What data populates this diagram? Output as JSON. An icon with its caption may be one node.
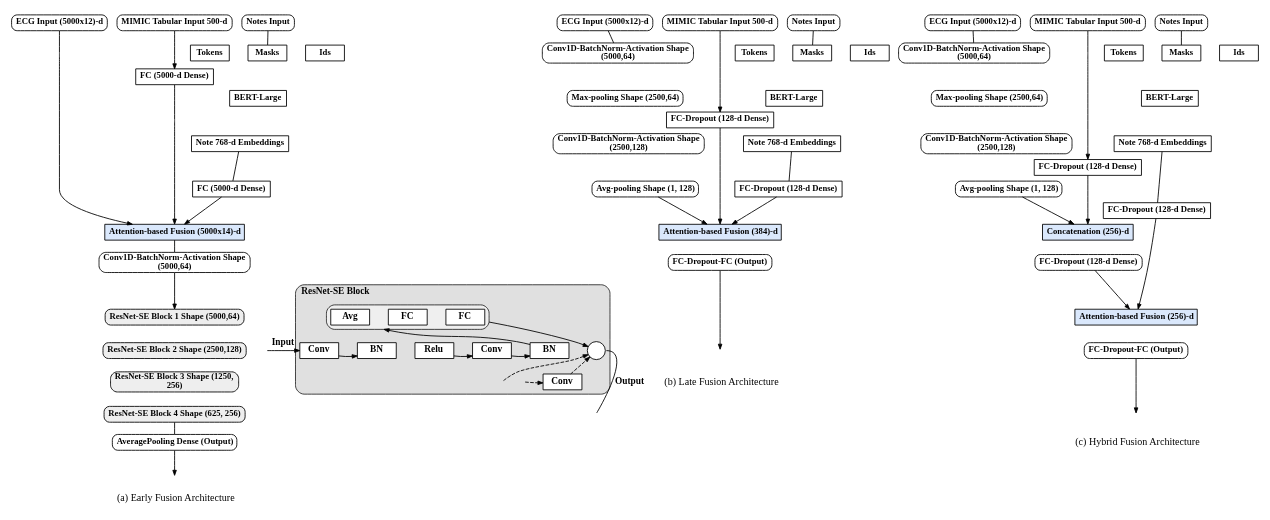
{
  "diagram": {
    "nodes": [
      {
        "text": [
          "ECG Input (5000x12)-d"
        ]
      },
      {
        "text": [
          "MIMIC Tabular Input 500-d"
        ]
      },
      {
        "text": [
          "Notes Input"
        ]
      },
      {
        "text": [
          "Tokens"
        ]
      },
      {
        "text": [
          "Masks"
        ]
      },
      {
        "text": [
          "Ids"
        ]
      },
      {
        "text": [
          "BERT-Large"
        ]
      },
      {
        "text": [
          "Note 768-d Embeddings"
        ]
      },
      {
        "text": [
          "FC (5000-d Dense)"
        ]
      },
      {
        "text": [
          "FC (5000-d Dense)"
        ]
      },
      {
        "text": [
          "Attention-based Fusion (5000x14)-d"
        ]
      },
      {
        "text": [
          "Conv1D-BatchNorm-Activation Shape (5000,64)"
        ]
      },
      {
        "text": [
          "ResNet-SE Block 1 Shape (5000,64)"
        ]
      },
      {
        "text": [
          "ResNet-SE Block 2 Shape (2500,128)"
        ]
      },
      {
        "text": [
          "ResNet-SE Block 3 Shape (1250, 256)"
        ]
      },
      {
        "text": [
          "ResNet-SE Block 4 Shape (625, 256)"
        ]
      },
      {
        "text": [
          "AveragePooling Dense (Output)"
        ]
      },
      {
        "text": [
          "ResNet-SE Block"
        ]
      },
      {
        "text": [],
        "shape": "box",
        "in": 17
      },
      {
        "text": [
          "Avg"
        ],
        "in": 18
      },
      {
        "text": [
          "FC"
        ],
        "in": 18
      },
      {
        "text": [
          "FC"
        ],
        "in": 18
      },
      {
        "text": [
          "Conv"
        ],
        "in": 17
      },
      {
        "text": [
          "BN"
        ],
        "in": 17
      },
      {
        "text": [
          "Relu"
        ],
        "in": 17
      },
      {
        "text": [
          "Conv"
        ],
        "in": 17
      },
      {
        "text": [
          "BN"
        ],
        "in": 17
      },
      {
        "text": [],
        "shape": "circle",
        "in": 17
      },
      {
        "text": [
          "Conv"
        ],
        "in": 17
      },
      {
        "text": [
          "ECG Input (5000x12)-d"
        ]
      },
      {
        "text": [
          "MIMIC Tabular Input 500-d"
        ]
      },
      {
        "text": [
          "Notes Input"
        ]
      },
      {
        "text": [
          "Tokens"
        ]
      },
      {
        "text": [
          "Masks"
        ]
      },
      {
        "text": [
          "Ids"
        ]
      },
      {
        "text": [
          "BERT-Large"
        ]
      },
      {
        "text": [
          "Note 768-d Embeddings"
        ]
      },
      {
        "text": [
          "Conv1D-BatchNorm-Activation Shape (5000,64)"
        ]
      },
      {
        "text": [
          "Max-pooling Shape (2500,64)"
        ]
      },
      {
        "text": [
          "Conv1D-BatchNorm-Activation Shape (2500,128)"
        ]
      },
      {
        "text": [
          "Avg-pooling Shape (1, 128)"
        ]
      },
      {
        "text": [
          "FC-Dropout (128-d Dense)"
        ]
      },
      {
        "text": [
          "FC-Dropout (128-d Dense)"
        ]
      },
      {
        "text": [
          "Attention-based Fusion (384)-d"
        ]
      },
      {
        "text": [
          "FC-Dropout-FC (Output)"
        ]
      },
      {
        "text": [
          "ECG Input (5000x12)-d"
        ]
      },
      {
        "text": [
          "MIMIC Tabular Input 500-d"
        ]
      },
      {
        "text": [
          "Notes Input"
        ]
      },
      {
        "text": [
          "Tokens"
        ]
      },
      {
        "text": [
          "Masks"
        ]
      },
      {
        "text": [
          "Ids"
        ]
      },
      {
        "text": [
          "BERT-Large"
        ]
      },
      {
        "text": [
          "Note 768-d Embeddings"
        ]
      },
      {
        "text": [
          "Conv1D-BatchNorm-Activation Shape (5000,64)"
        ]
      },
      {
        "text": [
          "Max-pooling Shape (2500,64)"
        ]
      },
      {
        "text": [
          "Conv1D-BatchNorm-Activation Shape (2500,128)"
        ]
      },
      {
        "text": [
          "Avg-pooling Shape (1, 128)"
        ]
      },
      {
        "text": [
          "FC-Dropout (128-d Dense)"
        ]
      },
      {
        "text": [
          "FC-Dropout (128-d Dense)"
        ]
      },
      {
        "text": [
          "Concatenation (256)-d"
        ]
      },
      {
        "text": [
          "FC-Dropout (128-d Dense)"
        ]
      },
      {
        "text": [
          "Attention-based Fusion (256)-d"
        ]
      },
      {
        "text": [
          "FC-Dropout-FC (Output)"
        ]
      }
    ],
    "edges": [
      {
        "from": 0,
        "to": 10,
        "arrow": "to"
      },
      {
        "from": 1,
        "to": 8,
        "arrow": "to"
      },
      {
        "from": 8,
        "to": 10,
        "arrow": "to"
      },
      {
        "from": 2,
        "to": 4,
        "arrow": "none"
      },
      {
        "from": 7,
        "to": 9,
        "arrow": "none"
      },
      {
        "from": 9,
        "to": 10,
        "arrow": "to"
      },
      {
        "from": 10,
        "to": 11,
        "arrow": "none"
      },
      {
        "from": 11,
        "to": 12,
        "arrow": "to"
      },
      {
        "from": 15,
        "to": 16,
        "arrow": "none"
      },
      {
        "from": 16,
        "to": null,
        "arrow": "to"
      },
      {
        "from": null,
        "to": 22,
        "arrow": "to",
        "label": "Input"
      },
      {
        "from": 22,
        "to": 23,
        "arrow": "to"
      },
      {
        "from": 24,
        "to": 25,
        "arrow": "to"
      },
      {
        "from": 25,
        "to": 26,
        "arrow": "to"
      },
      {
        "from": 26,
        "to": 18,
        "arrow": "to"
      },
      {
        "from": 18,
        "to": 27,
        "arrow": "to"
      },
      {
        "from": null,
        "to": 28,
        "arrow": "to",
        "style": "dashed"
      },
      {
        "from": null,
        "to": 27,
        "arrow": "to",
        "style": "dashed"
      },
      {
        "from": 28,
        "to": 27,
        "arrow": "to",
        "style": "dashed"
      },
      {
        "from": 27,
        "to": null,
        "arrow": "none",
        "label": "Output"
      },
      {
        "from": 29,
        "to": 37,
        "arrow": "none"
      },
      {
        "from": 30,
        "to": 41,
        "arrow": "to"
      },
      {
        "from": 31,
        "to": 33,
        "arrow": "none"
      },
      {
        "from": 36,
        "to": 42,
        "arrow": "none"
      },
      {
        "from": 40,
        "to": 43,
        "arrow": "to"
      },
      {
        "from": 41,
        "to": 43,
        "arrow": "to"
      },
      {
        "from": 42,
        "to": 43,
        "arrow": "to"
      },
      {
        "from": 44,
        "to": null,
        "arrow": "to"
      },
      {
        "from": 45,
        "to": 53,
        "arrow": "none"
      },
      {
        "from": 46,
        "to": 57,
        "arrow": "to"
      },
      {
        "from": 47,
        "to": 49,
        "arrow": "none"
      },
      {
        "from": 52,
        "to": 58,
        "arrow": "none"
      },
      {
        "from": 56,
        "to": 59,
        "arrow": "to"
      },
      {
        "from": 57,
        "to": 59,
        "arrow": "to"
      },
      {
        "from": 60,
        "to": 61,
        "arrow": "to"
      },
      {
        "from": 58,
        "to": 61,
        "arrow": "to"
      },
      {
        "from": 62,
        "to": null,
        "arrow": "to"
      }
    ],
    "labels": [
      "(a) Early Fusion Architecture",
      "(b) Late Fusion Architecture",
      "(c) Hybrid Fusion Architecture"
    ]
  }
}
